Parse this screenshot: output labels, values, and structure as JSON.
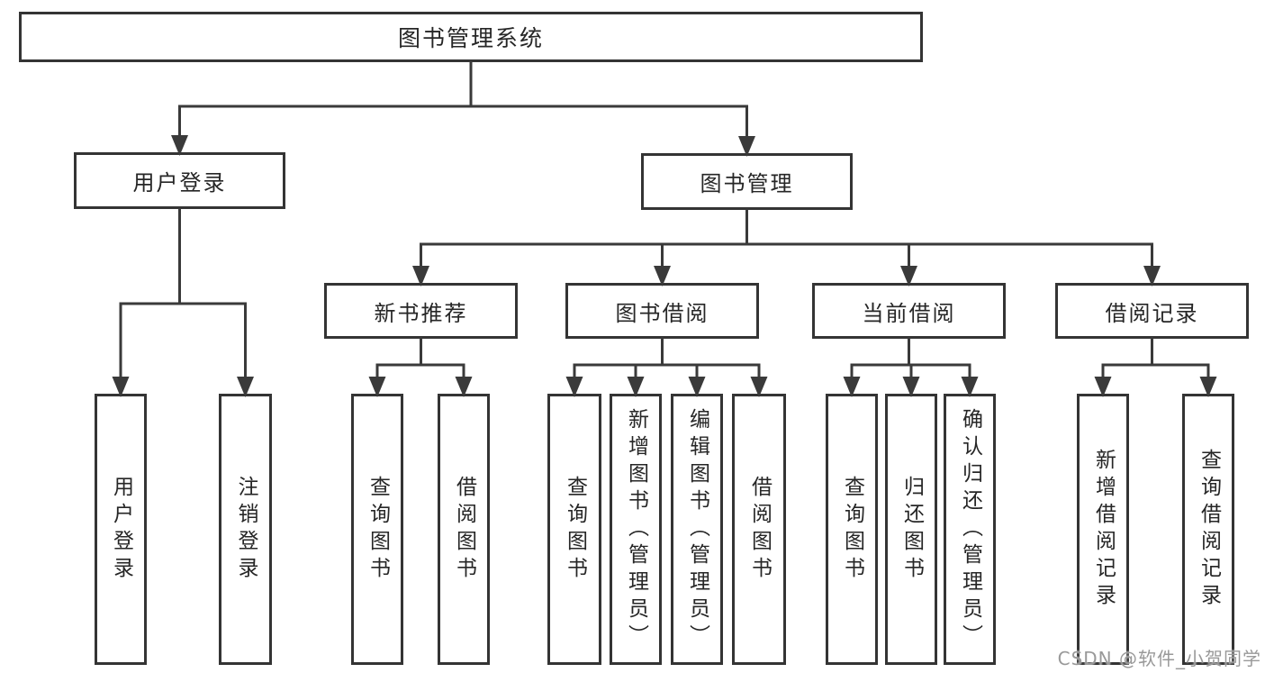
{
  "diagram_type": "hierarchy-tree",
  "tree": {
    "label": "图书管理系统",
    "children": [
      {
        "label": "用户登录",
        "children": [
          {
            "label": "用户登录"
          },
          {
            "label": "注销登录"
          }
        ]
      },
      {
        "label": "图书管理",
        "children": [
          {
            "label": "新书推荐",
            "children": [
              {
                "label": "查询图书"
              },
              {
                "label": "借阅图书"
              }
            ]
          },
          {
            "label": "图书借阅",
            "children": [
              {
                "label": "查询图书"
              },
              {
                "label": "新增图书（管理员）"
              },
              {
                "label": "编辑图书（管理员）"
              },
              {
                "label": "借阅图书"
              }
            ]
          },
          {
            "label": "当前借阅",
            "children": [
              {
                "label": "查询图书"
              },
              {
                "label": "归还图书"
              },
              {
                "label": "确认归还（管理员）"
              }
            ]
          },
          {
            "label": "借阅记录",
            "children": [
              {
                "label": "新增借阅记录"
              },
              {
                "label": "查询借阅记录"
              }
            ]
          }
        ]
      }
    ]
  },
  "watermark": "CSDN @软件_小贺同学",
  "colors": {
    "line": "#3a3a3a",
    "box_border": "#343434",
    "box_fill": "#ffffff",
    "text": "#262626",
    "watermark": "#999999",
    "background": "#ffffff"
  }
}
